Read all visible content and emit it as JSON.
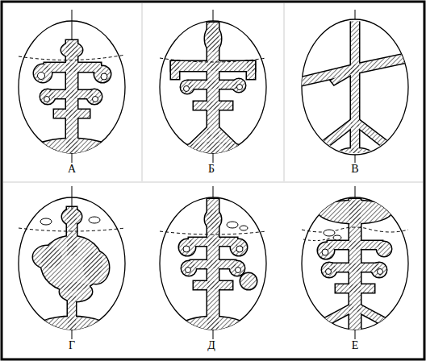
{
  "diagram": {
    "labels": [
      "А",
      "Б",
      "В",
      "Г",
      "Д",
      "Е"
    ]
  }
}
